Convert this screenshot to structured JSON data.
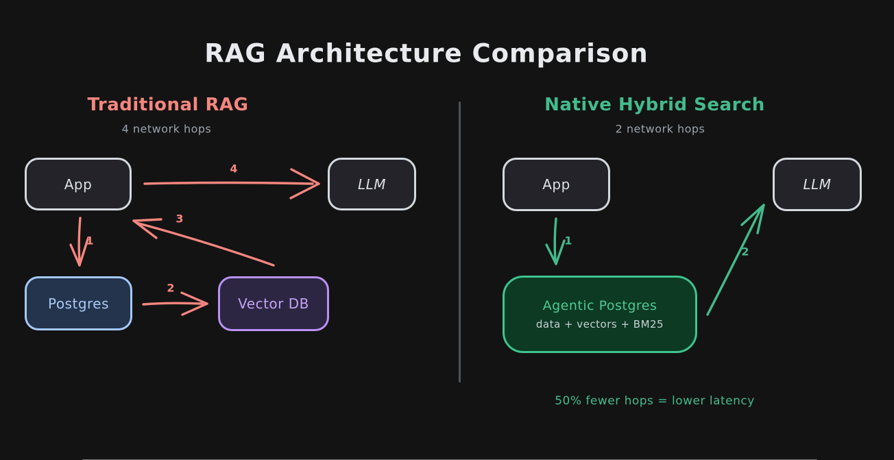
{
  "title": "RAG Architecture Comparison",
  "left_panel": {
    "heading": "Traditional RAG",
    "subheading": "4 network hops",
    "nodes": {
      "app": "App",
      "llm": "LLM",
      "postgres": "Postgres",
      "vector_db": "Vector DB"
    },
    "arrow_labels": {
      "app_to_postgres": "1",
      "postgres_to_vector_db": "2",
      "vector_db_to_app": "3",
      "app_to_llm": "4"
    }
  },
  "right_panel": {
    "heading": "Native Hybrid Search",
    "subheading": "2 network hops",
    "nodes": {
      "app": "App",
      "llm": "LLM",
      "agentic_postgres": "Agentic Postgres",
      "agentic_postgres_detail": "data + vectors + BM25"
    },
    "arrow_labels": {
      "app_to_agentic_postgres": "1",
      "agentic_postgres_to_llm": "2"
    },
    "note": "50% fewer hops = lower latency"
  },
  "colors": {
    "background": "#131313",
    "title_text": "#e8eaed",
    "traditional_accent": "#f5867f",
    "hybrid_accent": "#44bb8d",
    "muted_text": "#9ba3ab",
    "divider": "#4b535a",
    "neutral_node_border": "#d4d9de",
    "postgres_node_border": "#a6c9f8",
    "vector_db_node_border": "#ba91f5",
    "agentic_node_border": "#3fc48f"
  }
}
